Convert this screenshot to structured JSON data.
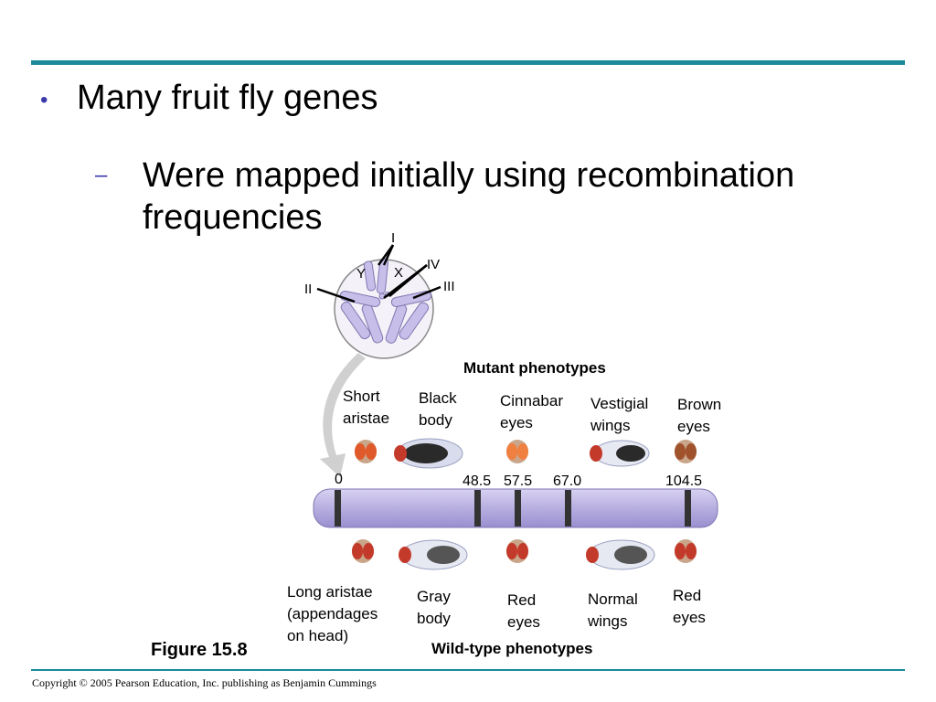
{
  "slide": {
    "bullet1": "Many fruit fly genes",
    "bullet2": "Were mapped initially using recombination frequencies",
    "bullet_marker": "•",
    "sub_marker": "–"
  },
  "figure": {
    "label": "Figure 15.8",
    "mutant_header": "Mutant phenotypes",
    "wildtype_header": "Wild-type phenotypes",
    "chromosome_labels": [
      "I",
      "Y",
      "X",
      "IV",
      "II",
      "III"
    ],
    "map_positions": [
      "0",
      "48.5",
      "57.5",
      "67.0",
      "104.5"
    ],
    "mutant": [
      {
        "line1": "Short",
        "line2": "aristae"
      },
      {
        "line1": "Black",
        "line2": "body"
      },
      {
        "line1": "Cinnabar",
        "line2": "eyes"
      },
      {
        "line1": "Vestigial",
        "line2": "wings"
      },
      {
        "line1": "Brown",
        "line2": "eyes"
      }
    ],
    "wildtype": [
      {
        "line1": "Long aristae",
        "line2": "(appendages",
        "line3": "on head)"
      },
      {
        "line1": "Gray",
        "line2": "body"
      },
      {
        "line1": "Red",
        "line2": "eyes"
      },
      {
        "line1": "Normal",
        "line2": "wings"
      },
      {
        "line1": "Red",
        "line2": "eyes"
      }
    ]
  },
  "footer": {
    "copyright": "Copyright © 2005 Pearson Education, Inc. publishing as Benjamin Cummings"
  },
  "colors": {
    "rule": "#1a8a9a",
    "chromosome": "#b7aee0",
    "band": "#333333",
    "bullet": "#3a3aa8"
  }
}
